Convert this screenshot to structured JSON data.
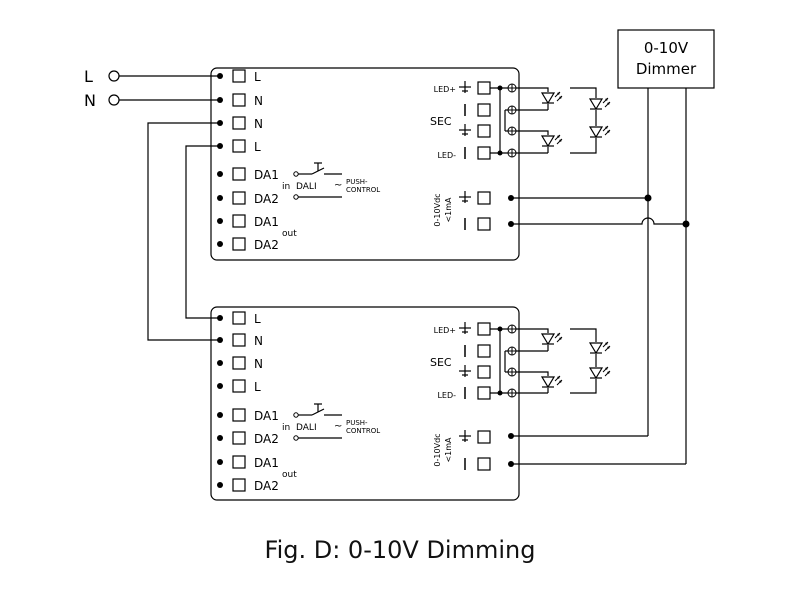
{
  "mains": {
    "line": "L",
    "neutral": "N"
  },
  "dimmer": {
    "line1": "0-10V",
    "line2": "Dimmer"
  },
  "driver_top": {
    "terminals": [
      "L",
      "N",
      "N",
      "L",
      "DA1",
      "DA2",
      "DA1",
      "DA2"
    ],
    "in_label": "in",
    "dali_label": "DALI",
    "tilde": "~",
    "push1": "PUSH-",
    "push2": "CONTROL",
    "out_label": "out",
    "led_plus": "LED+",
    "led_minus": "LED-",
    "sec": "SEC",
    "dim1": "0-10Vdc",
    "dim2": "<1mA"
  },
  "driver_bottom": {
    "terminals": [
      "L",
      "N",
      "N",
      "L",
      "DA1",
      "DA2",
      "DA1",
      "DA2"
    ],
    "in_label": "in",
    "dali_label": "DALI",
    "tilde": "~",
    "push1": "PUSH-",
    "push2": "CONTROL",
    "out_label": "out",
    "led_plus": "LED+",
    "led_minus": "LED-",
    "sec": "SEC",
    "dim1": "0-10Vdc",
    "dim2": "<1mA"
  },
  "caption": "Fig. D: 0-10V Dimming"
}
